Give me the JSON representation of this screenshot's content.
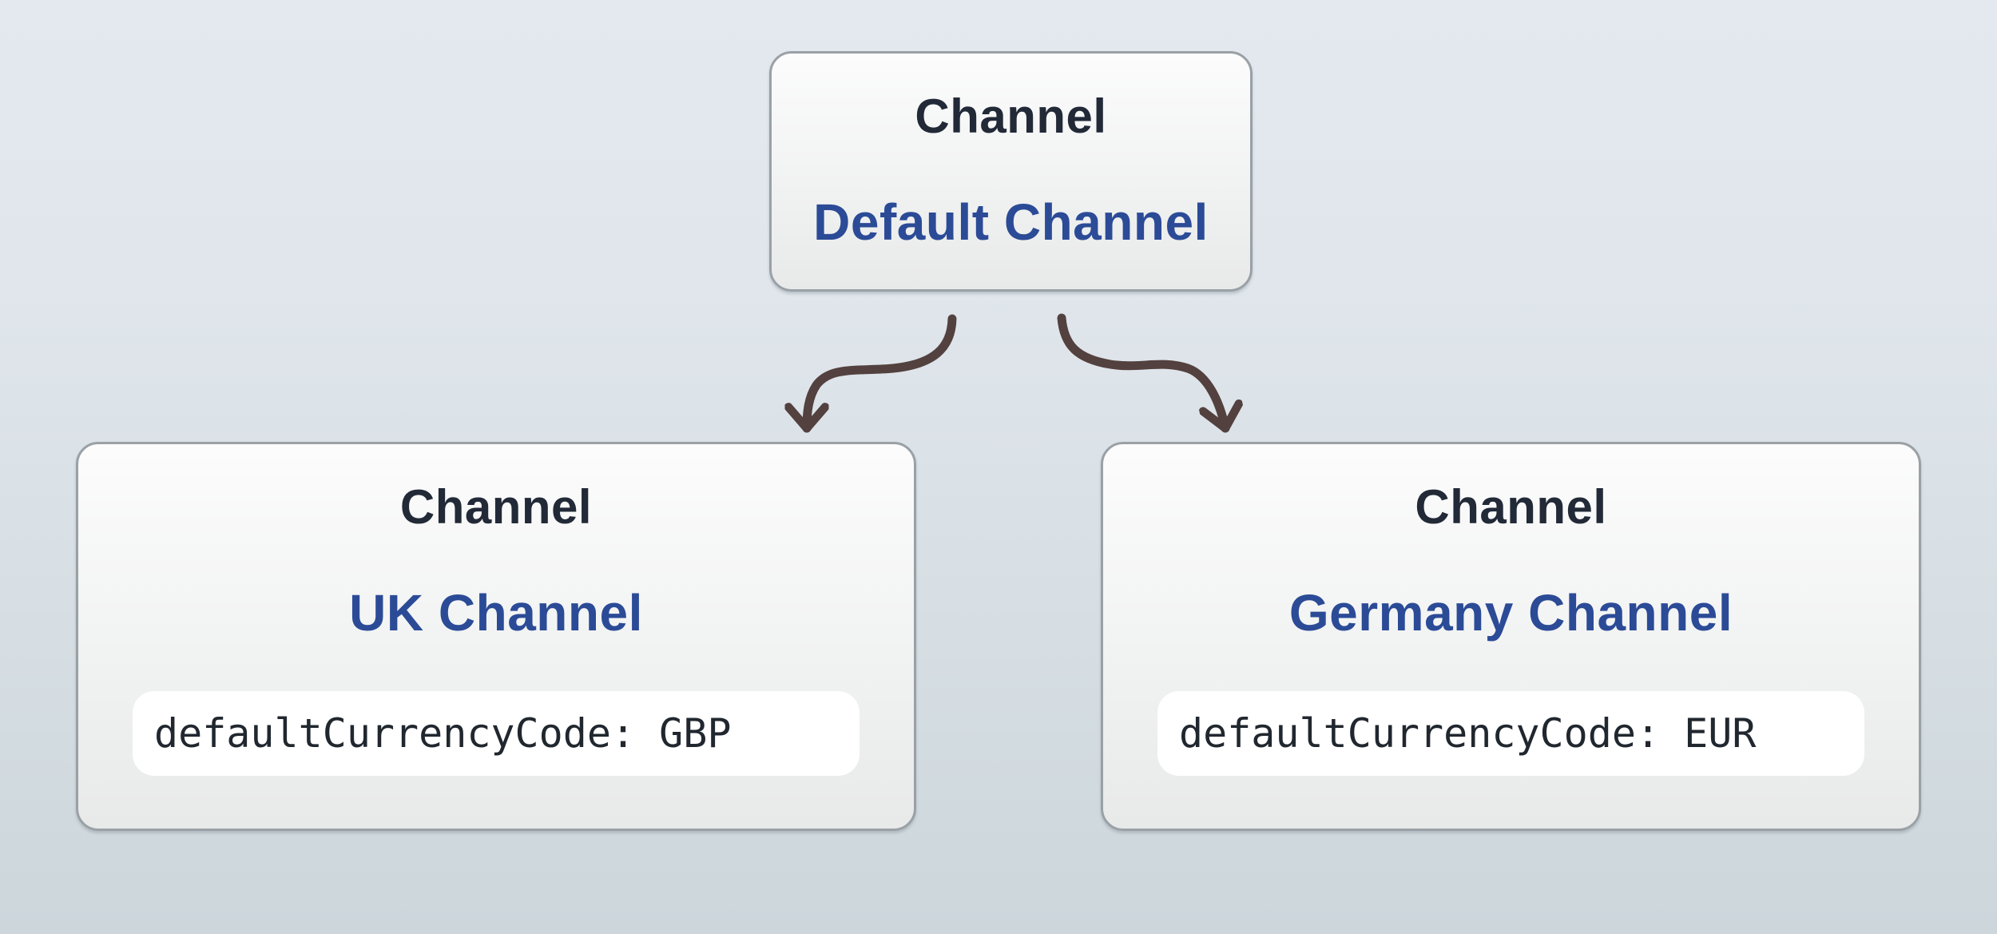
{
  "colors": {
    "bg_top": "#e3e9ef",
    "bg_bottom": "#ccd6db",
    "node_border": "#9aa1a6",
    "node_bg_top": "#fcfcfc",
    "node_bg_bottom": "#e8e9e9",
    "entity_text": "#222a38",
    "name_text": "#2b4b97",
    "attr_bg": "#ffffff",
    "attr_text": "#21272f",
    "arrow": "#53413f"
  },
  "nodes": [
    {
      "entity": "Channel",
      "name": "Default Channel"
    },
    {
      "entity": "Channel",
      "name": "UK Channel",
      "attribute": "defaultCurrencyCode: GBP"
    },
    {
      "entity": "Channel",
      "name": "Germany Channel",
      "attribute": "defaultCurrencyCode: EUR"
    }
  ],
  "edges": [
    {
      "from": "Default Channel",
      "to": "UK Channel"
    },
    {
      "from": "Default Channel",
      "to": "Germany Channel"
    }
  ]
}
